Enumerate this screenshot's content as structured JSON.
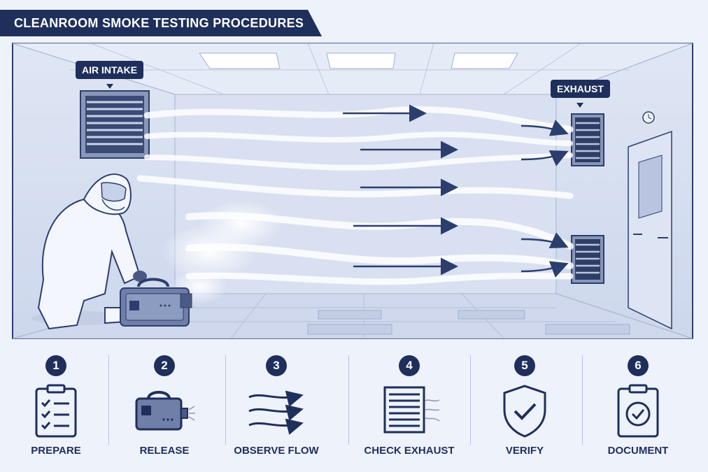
{
  "title": "CLEANROOM SMOKE TESTING PROCEDURES",
  "callouts": {
    "air_intake": "AIR INTAKE",
    "exhaust": "EXHAUST"
  },
  "steps": [
    {
      "number": "1",
      "label": "PREPARE",
      "icon": "clipboard-checklist-icon"
    },
    {
      "number": "2",
      "label": "RELEASE",
      "icon": "smoke-machine-icon"
    },
    {
      "number": "3",
      "label": "OBSERVE FLOW",
      "icon": "airflow-arrows-icon"
    },
    {
      "number": "4",
      "label": "CHECK EXHAUST",
      "icon": "exhaust-vent-icon"
    },
    {
      "number": "5",
      "label": "VERIFY",
      "icon": "shield-check-icon"
    },
    {
      "number": "6",
      "label": "DOCUMENT",
      "icon": "clipboard-check-icon"
    }
  ],
  "colors": {
    "navy": "#1f2f5c",
    "room_wall": "#d3dcef",
    "background": "#eef2fa"
  }
}
